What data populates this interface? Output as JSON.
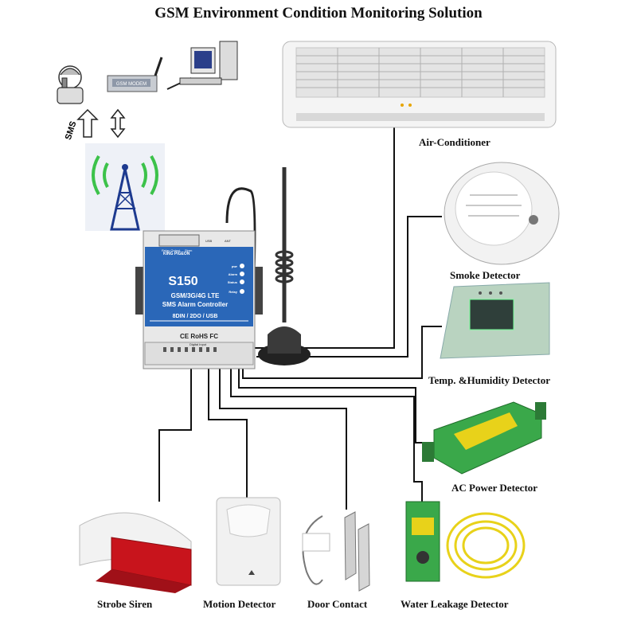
{
  "title": "GSM Environment Condition Monitoring Solution",
  "uplink": {
    "sms_label": "SMS",
    "modem_label": "GSM MODEM"
  },
  "controller": {
    "brand": "KING PIGEON",
    "model": "S150",
    "line1": "GSM/3G/4G LTE",
    "line2": "SMS Alarm Controller",
    "line3": "8DIN / 2DO / USB",
    "certs": "CE RoHS FC",
    "top_labels": [
      "Relay Output",
      "Siren",
      "USB",
      "ANT"
    ],
    "leds": [
      "pwr",
      "Alarm",
      "Status",
      "Relay"
    ],
    "bottom_label": "Digital Input"
  },
  "devices": {
    "air_conditioner": "Air-Conditioner",
    "smoke_detector": "Smoke Detector",
    "temp_humidity": "Temp. &Humidity Detector",
    "ac_power": "AC Power Detector",
    "strobe_siren": "Strobe Siren",
    "motion_detector": "Motion Detector",
    "door_contact": "Door Contact",
    "water_leakage": "Water Leakage Detector"
  },
  "colors": {
    "controller_blue": "#2a67b8",
    "antenna_bg": "#f0f0f0",
    "signal_green": "#3cc24a",
    "tower_blue": "#1d3a8f",
    "siren_red": "#c8141c",
    "module_green": "#3aa84a",
    "water_sensor_yellow": "#e8d21a"
  }
}
